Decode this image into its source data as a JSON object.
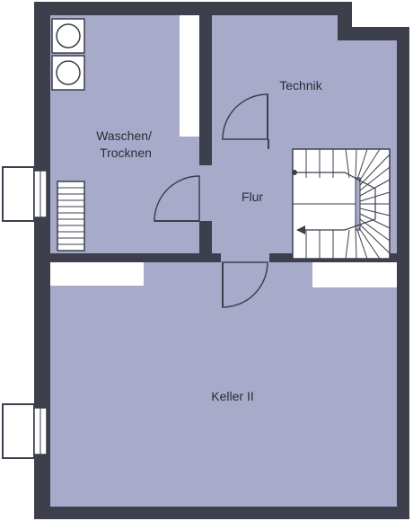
{
  "floorplan": {
    "rooms": {
      "waschen_line1": "Waschen/",
      "waschen_line2": "Trocknen",
      "technik": "Technik",
      "flur": "Flur",
      "keller": "Keller II"
    },
    "colors": {
      "wall": "#3d3f4c",
      "floor": "#a7abc9",
      "window": "#ffffff",
      "fixture_fill": "#ffffff",
      "fixture_stroke": "#3d3f4c"
    }
  }
}
